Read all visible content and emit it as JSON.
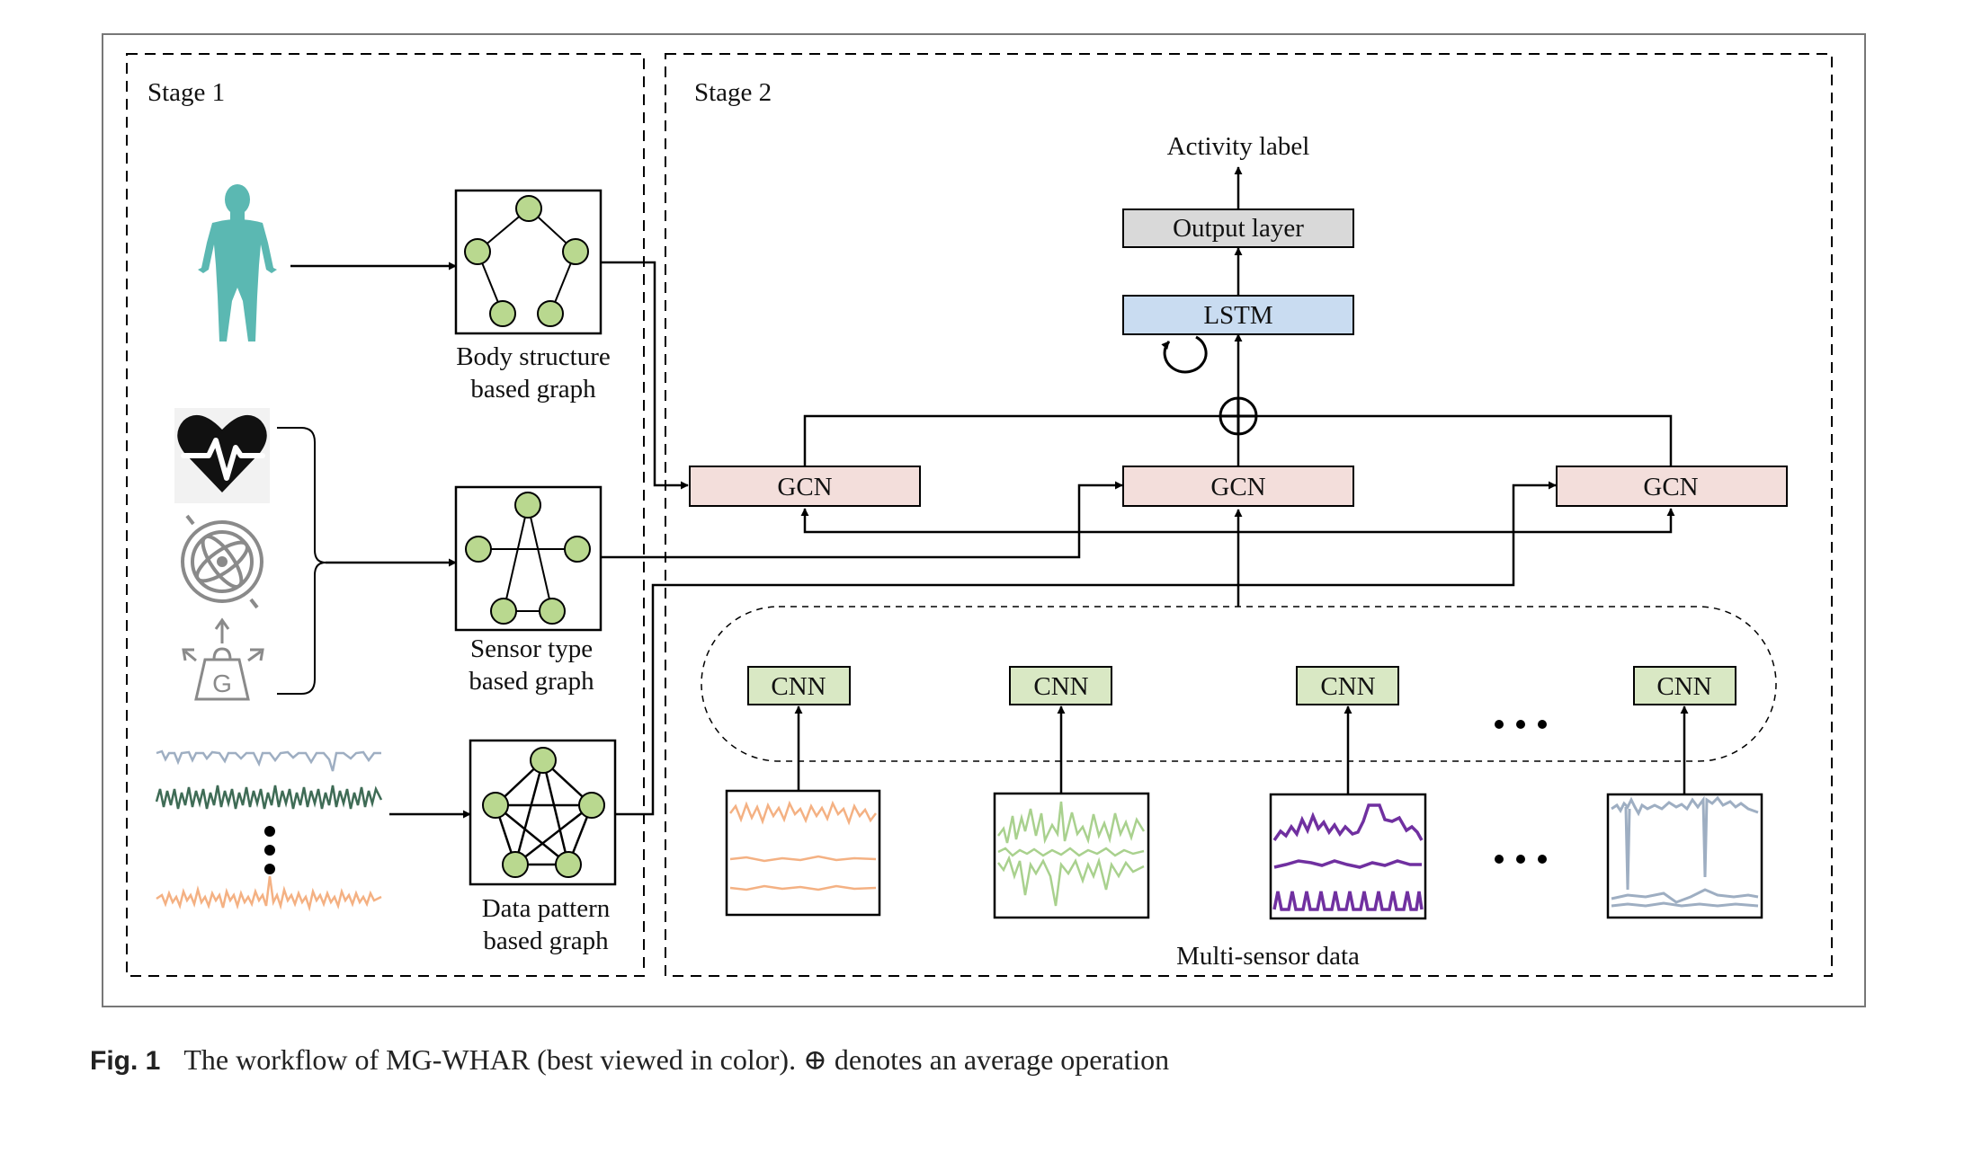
{
  "stage1": {
    "title": "Stage 1"
  },
  "stage2": {
    "title": "Stage 2"
  },
  "graphs": {
    "body": [
      "Body structure",
      "based graph"
    ],
    "sensor": [
      "Sensor type",
      "based graph"
    ],
    "pattern": [
      "Data pattern",
      "based graph"
    ]
  },
  "model": {
    "output_label": "Activity label",
    "output_layer": "Output layer",
    "lstm": "LSTM",
    "gcn": "GCN",
    "cnn": "CNN",
    "multi_sensor": "Multi-sensor data",
    "gravity_letter": "G"
  },
  "caption": {
    "fig": "Fig. 1",
    "text": "The workflow of MG-WHAR (best viewed in color). ⊕ denotes an average operation"
  },
  "colors": {
    "body_figure": "#5bb8b2",
    "node_fill": "#b9d88f",
    "gcn_fill": "#f3dedb",
    "lstm_fill": "#c9dcf1",
    "output_fill": "#d9d9d9",
    "cnn_fill": "#d9e8c4",
    "signal_orange": "#f4b183",
    "signal_green": "#a9d18e",
    "signal_purple": "#7030a0",
    "signal_gray": "#9eaec2",
    "signal_darkgreen": "#3e6b55"
  },
  "icons": [
    "human-body-icon",
    "heart-rate-icon",
    "gyroscope-icon",
    "gravity-icon",
    "network-graph-icon",
    "lstm-recurrence-icon",
    "average-operator-icon"
  ]
}
